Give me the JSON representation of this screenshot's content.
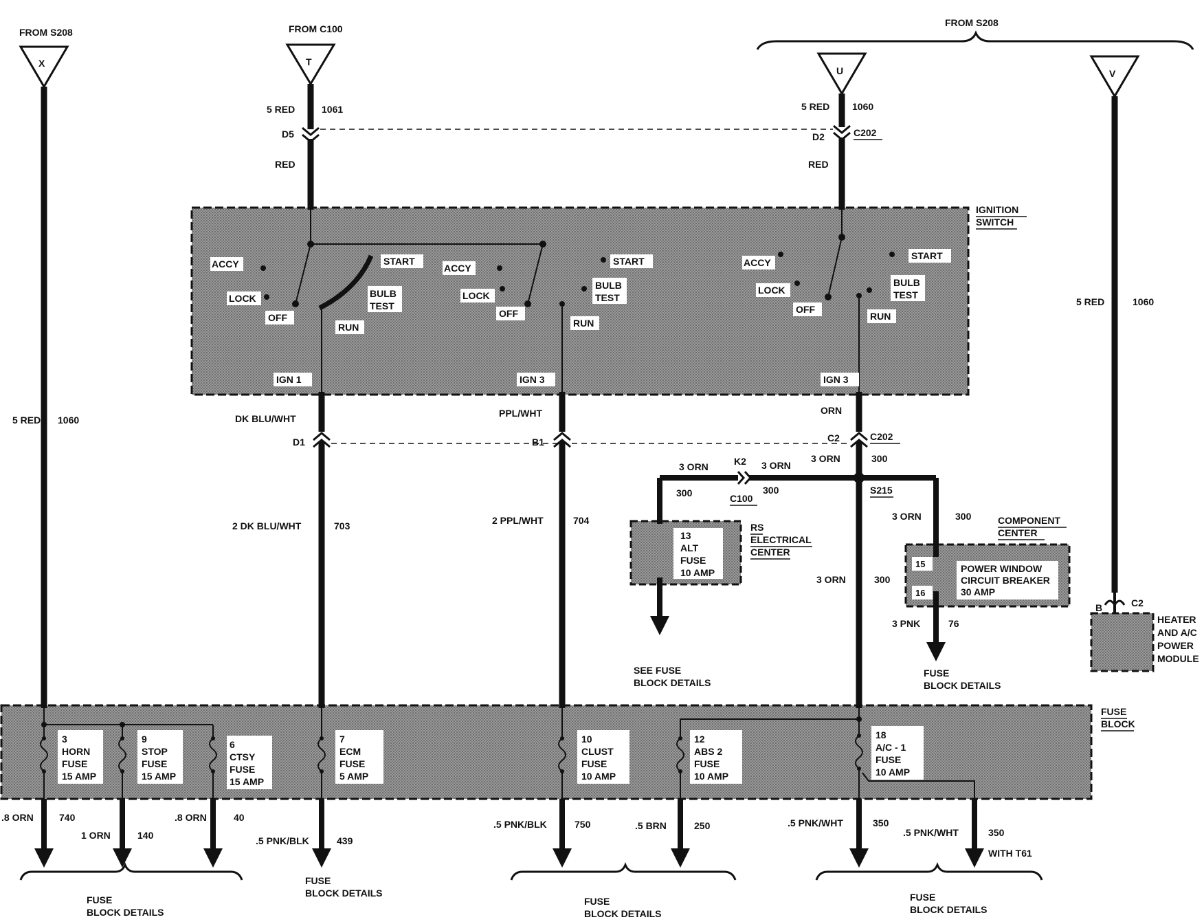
{
  "sources": {
    "x": {
      "from": "FROM S208",
      "letter": "X"
    },
    "t": {
      "from": "FROM C100",
      "letter": "T"
    },
    "u_v_from": "FROM S208",
    "u": {
      "letter": "U"
    },
    "v": {
      "letter": "V"
    }
  },
  "wires": {
    "x_gauge": "5 RED",
    "x_circuit": "1060",
    "t_gauge": "5 RED",
    "t_circuit": "1061",
    "t_pin": "D5",
    "t_color": "RED",
    "u_gauge": "5 RED",
    "u_circuit": "1060",
    "u_pin": "D2",
    "u_conn": "C202",
    "u_color": "RED",
    "v_gauge": "5 RED",
    "v_circuit": "1060",
    "ign1_color": "DK BLU/WHT",
    "ign1_pin": "D1",
    "ign1_gauge": "2 DK BLU/WHT",
    "ign1_circuit": "703",
    "ign3a_color": "PPL/WHT",
    "ign3a_pin": "B1",
    "ign3a_gauge": "2 PPL/WHT",
    "ign3a_circuit": "704",
    "ign3b_color": "ORN",
    "ign3b_pin": "C2",
    "ign3b_conn": "C202",
    "orn_gauge": "3 ORN",
    "orn_circuit": "300",
    "k2_pin": "K2",
    "k2_conn": "C100",
    "left_gauge": "3 ORN",
    "left_circuit": "300",
    "mid_gauge": "3 ORN",
    "mid_circuit": "300",
    "splice": "S215",
    "cc_gauge": "3 ORN",
    "cc_circuit": "300",
    "down_gauge": "3 ORN",
    "down_circuit": "300",
    "pnk_gauge": "3 PNK",
    "pnk_circuit": "76"
  },
  "ignition_switch": {
    "label": [
      "IGNITION",
      "SWITCH"
    ],
    "accy": "ACCY",
    "lock": "LOCK",
    "off": "OFF",
    "start": "START",
    "bulb_test": [
      "BULB",
      "TEST"
    ],
    "run": "RUN",
    "ign1": "IGN 1",
    "ign3": "IGN 3"
  },
  "rs_center": {
    "label": [
      "RS",
      "ELECTRICAL",
      "CENTER"
    ],
    "fuse": [
      "13",
      "ALT",
      "FUSE",
      "10 AMP"
    ],
    "note": [
      "SEE FUSE",
      "BLOCK DETAILS"
    ]
  },
  "component_center": {
    "label": [
      "COMPONENT",
      "CENTER"
    ],
    "pin_a": "15",
    "pin_b": "16",
    "breaker": [
      "POWER WINDOW",
      "CIRCUIT BREAKER",
      "30 AMP"
    ],
    "note": [
      "FUSE",
      "BLOCK DETAILS"
    ]
  },
  "heater_module": {
    "pin": "B",
    "conn": "C2",
    "label": [
      "HEATER",
      "AND A/C",
      "POWER",
      "MODULE"
    ]
  },
  "fuse_block": {
    "label": [
      "FUSE",
      "BLOCK"
    ],
    "fuses": [
      {
        "lines": [
          "3",
          "HORN",
          "FUSE",
          "15 AMP"
        ]
      },
      {
        "lines": [
          "9",
          "STOP",
          "FUSE",
          "15 AMP"
        ]
      },
      {
        "lines": [
          "6",
          "CTSY",
          "FUSE",
          "15 AMP"
        ]
      },
      {
        "lines": [
          "7",
          "ECM",
          "FUSE",
          "5 AMP"
        ]
      },
      {
        "lines": [
          "10",
          "CLUST",
          "FUSE",
          "10 AMP"
        ]
      },
      {
        "lines": [
          "12",
          "ABS 2",
          "FUSE",
          "10 AMP"
        ]
      },
      {
        "lines": [
          "18",
          "A/C - 1",
          "FUSE",
          "10 AMP"
        ]
      }
    ]
  },
  "outputs": [
    {
      "gauge": ".8 ORN",
      "circuit": "740"
    },
    {
      "gauge": "1 ORN",
      "circuit": "140"
    },
    {
      "gauge": ".8 ORN",
      "circuit": "40"
    },
    {
      "gauge": ".5 PNK/BLK",
      "circuit": "439"
    },
    {
      "gauge": ".5 PNK/BLK",
      "circuit": "750"
    },
    {
      "gauge": ".5 BRN",
      "circuit": "250"
    },
    {
      "gauge": ".5 PNK/WHT",
      "circuit": "350"
    },
    {
      "gauge": ".5 PNK/WHT",
      "circuit": "350"
    }
  ],
  "with_option": "WITH T61",
  "bottom_notes": [
    [
      "FUSE",
      "BLOCK DETAILS"
    ],
    [
      "FUSE",
      "BLOCK DETAILS"
    ],
    [
      "FUSE",
      "BLOCK DETAILS"
    ],
    [
      "FUSE",
      "BLOCK DETAILS"
    ]
  ]
}
